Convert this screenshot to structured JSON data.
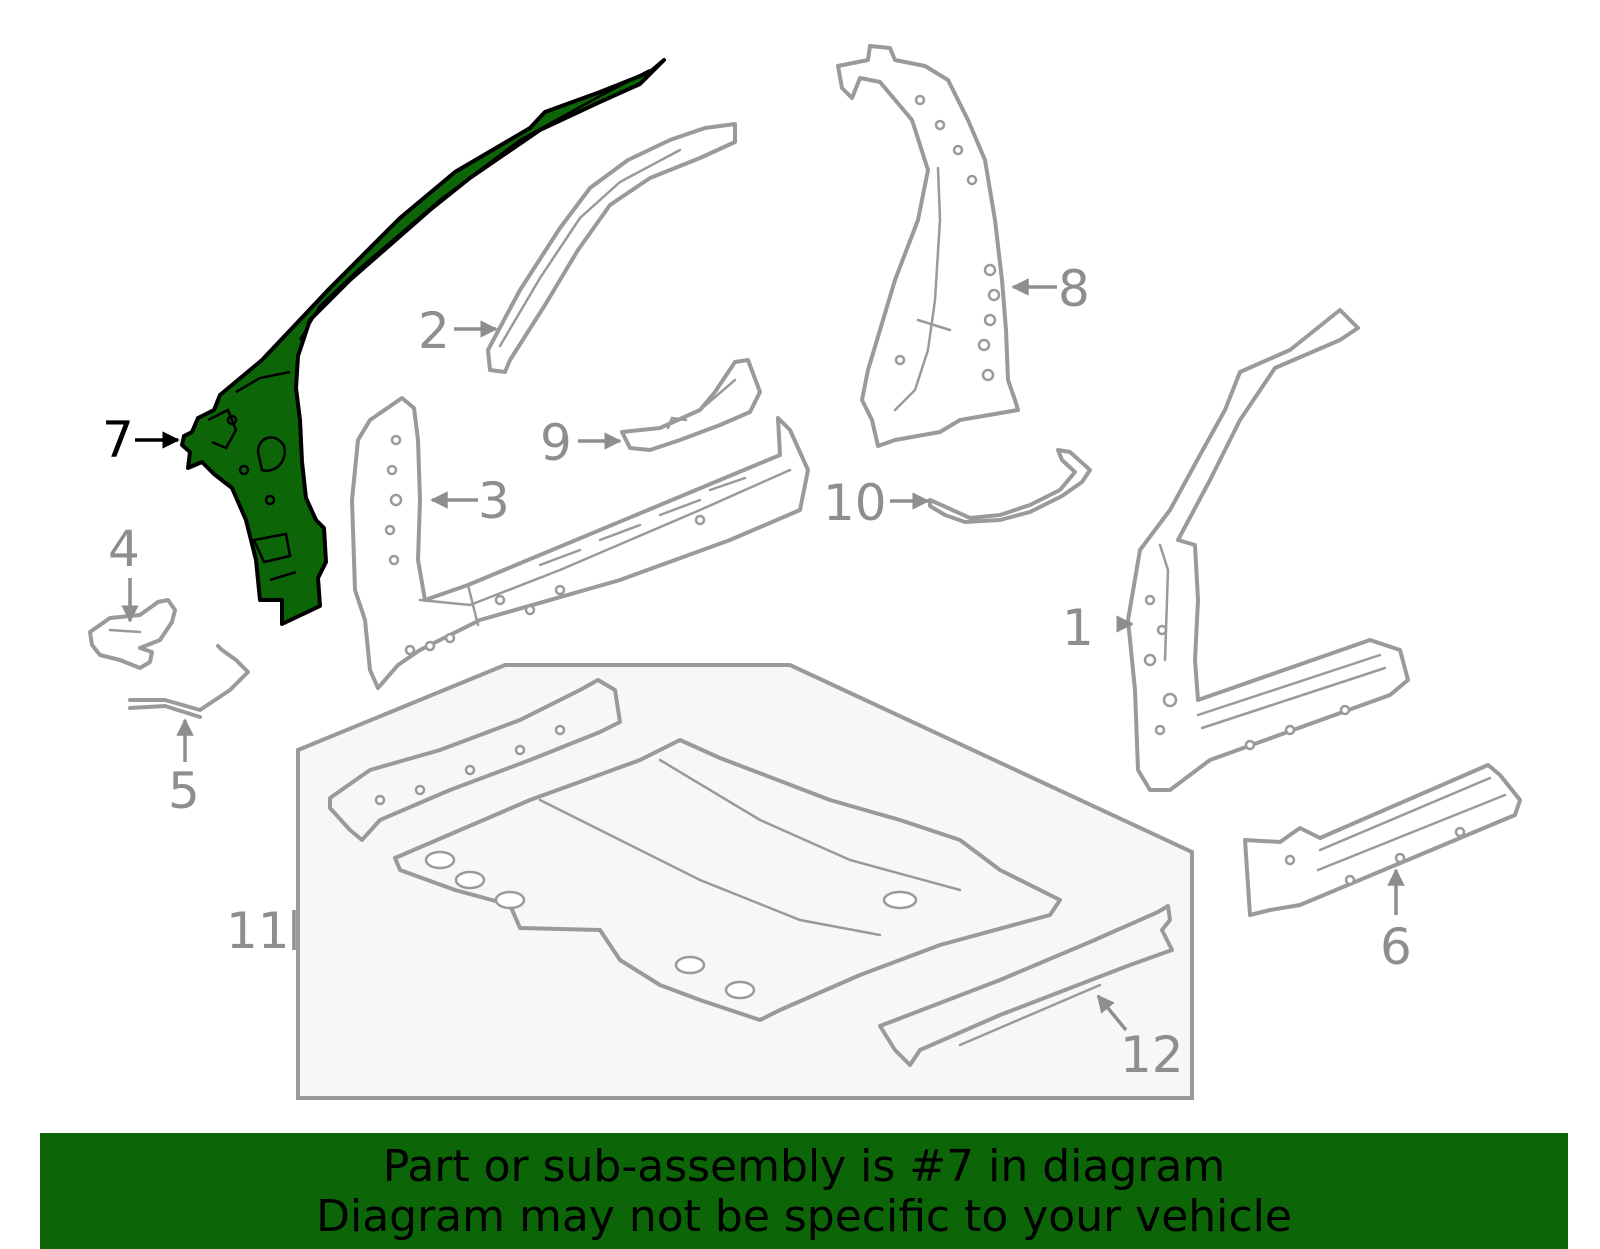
{
  "highlighted_part": "7",
  "callouts": {
    "c1": "1",
    "c2": "2",
    "c3": "3",
    "c4": "4",
    "c5": "5",
    "c6": "6",
    "c7": "7",
    "c8": "8",
    "c9": "9",
    "c10": "10",
    "c11": "11",
    "c12": "12"
  },
  "banner": {
    "line1": "Part or sub-assembly is #7 in diagram",
    "line2": "Diagram may not be specific to your vehicle"
  },
  "colors": {
    "highlight": "#0c6608",
    "part_outline": "#9a9a9a",
    "callout_text": "#8e8e8e",
    "inset_fill": "#f7f7f7"
  }
}
